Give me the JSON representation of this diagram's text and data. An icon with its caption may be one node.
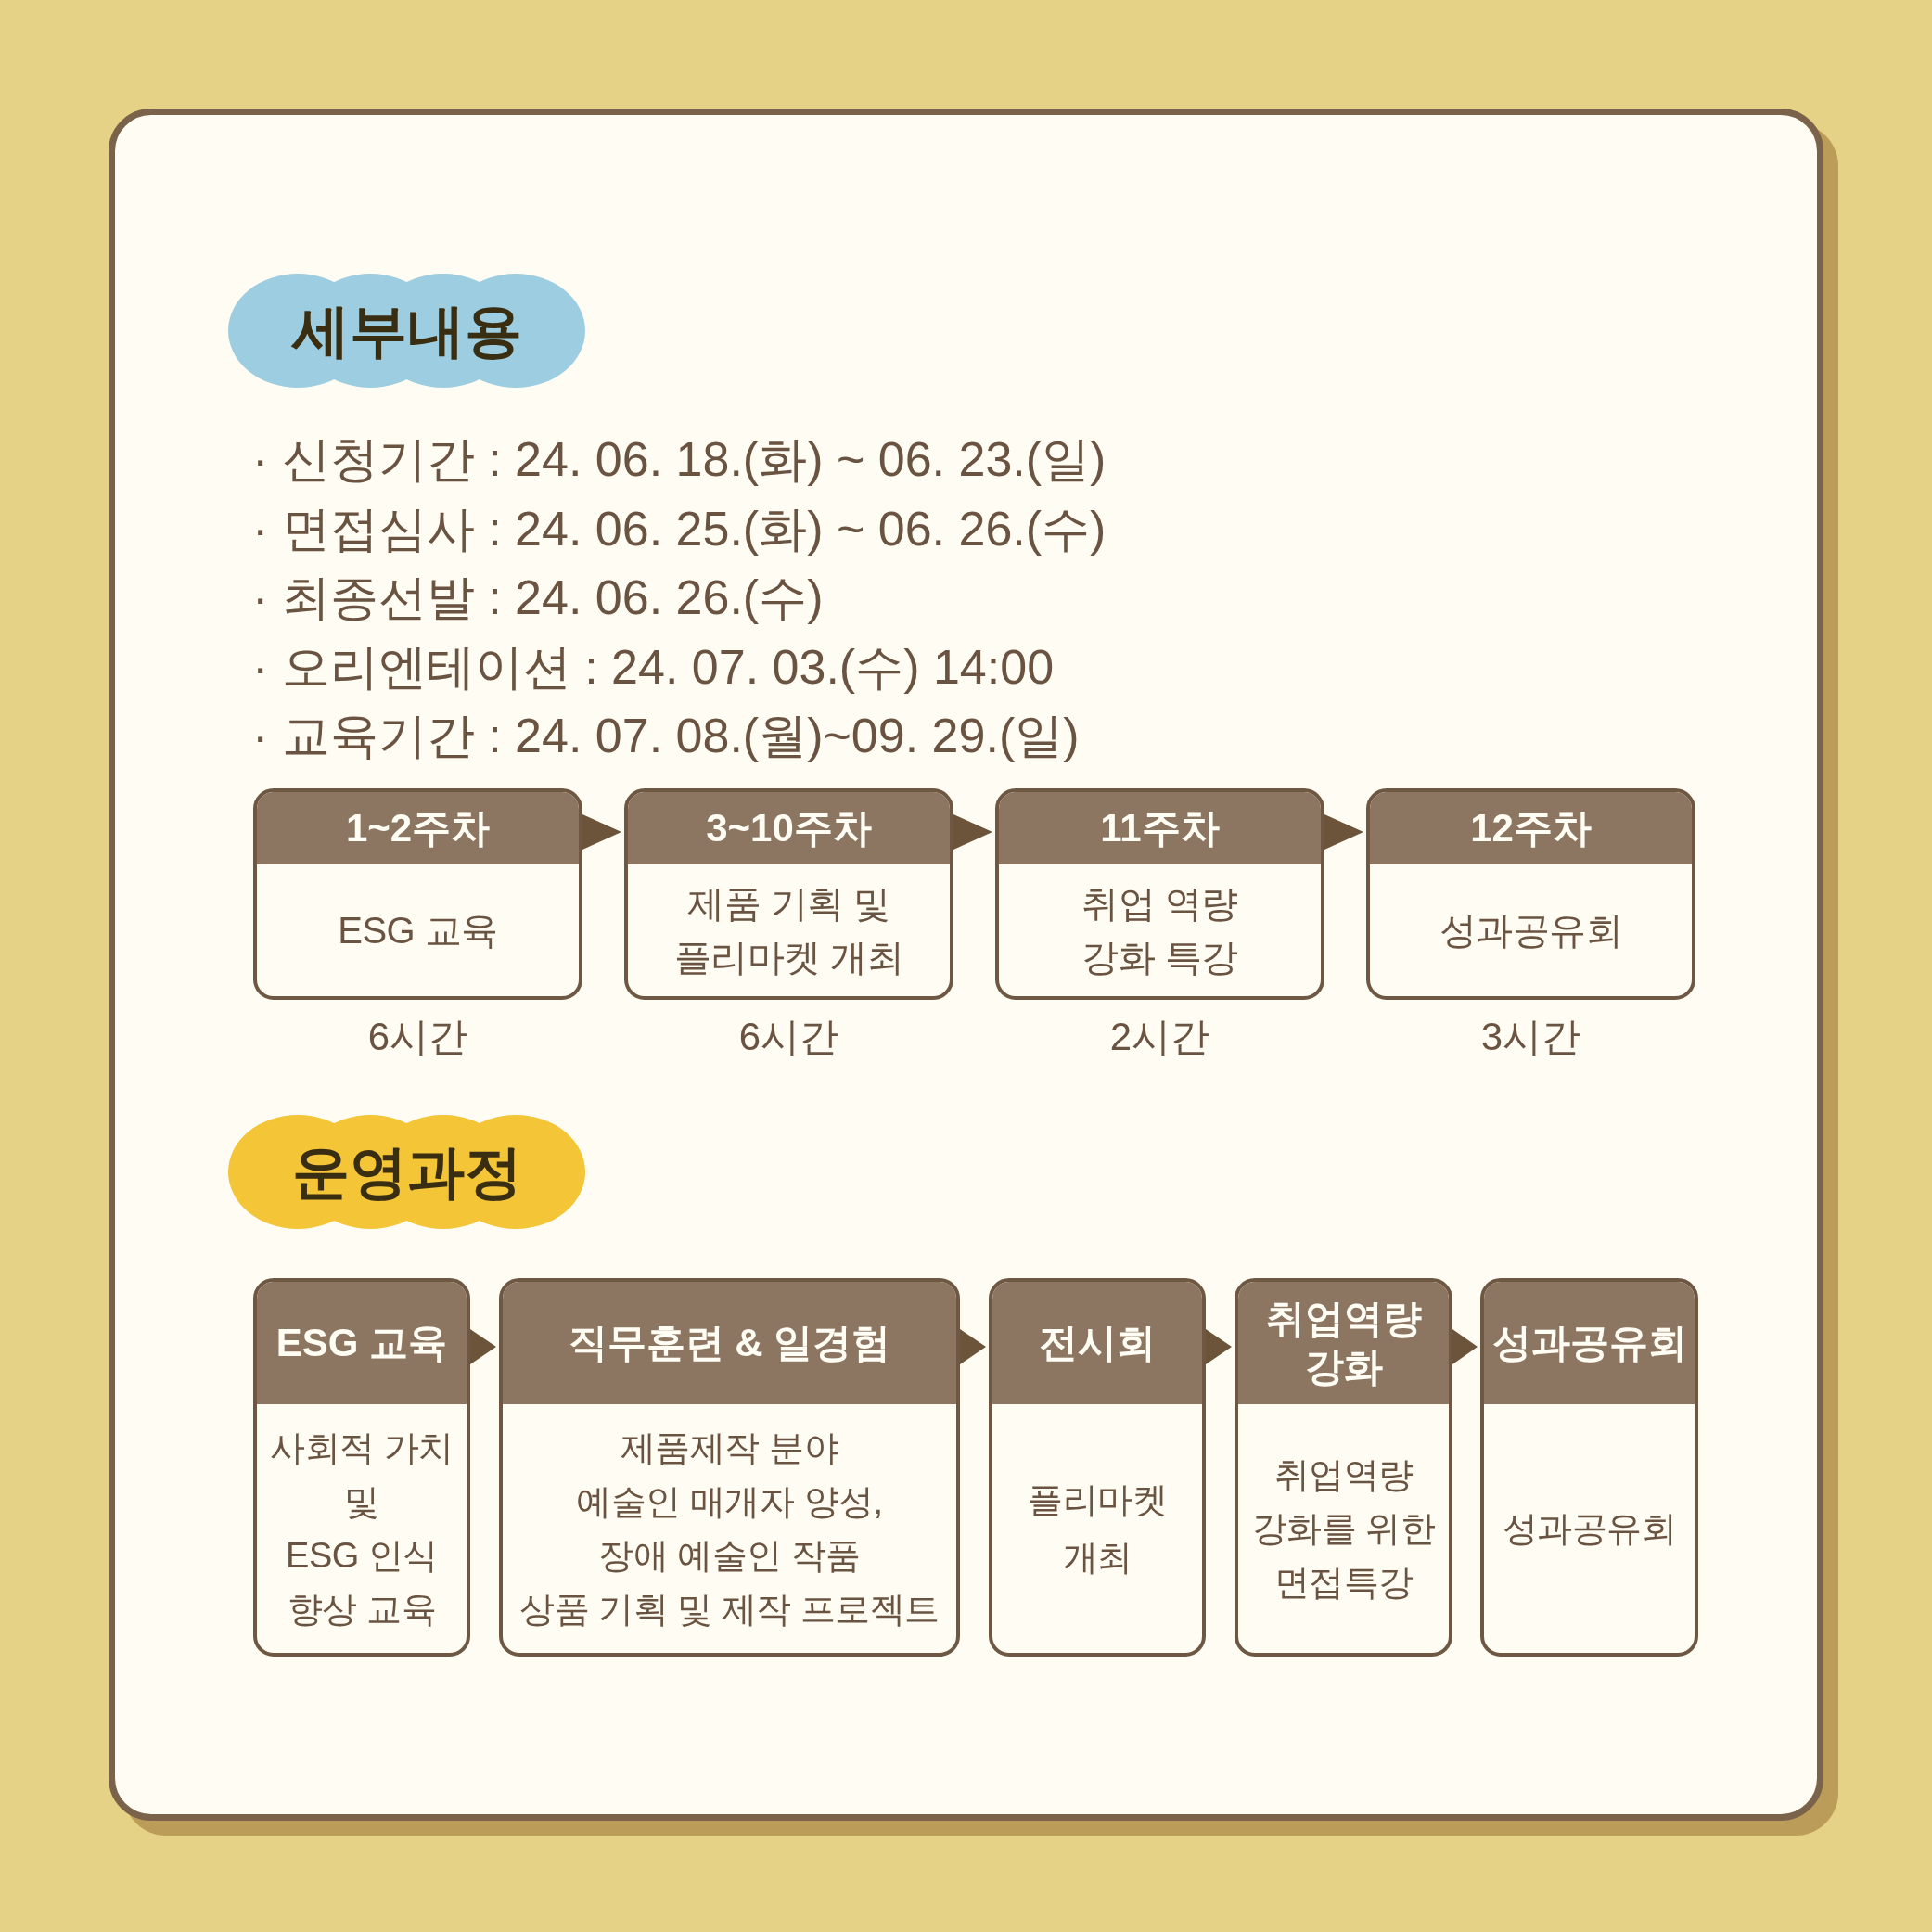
{
  "diagram": {
    "nodes": [
      {
        "text": [
          "세부내용"
        ]
      },
      {
        "text": [
          "1~2주차",
          "ESG 교육"
        ],
        "beside": [
          "6시간"
        ]
      },
      {
        "text": [
          "3~10주차",
          "제품 기획 및 플리마켓 개최"
        ],
        "beside": [
          "6시간"
        ]
      },
      {
        "text": [
          "11주차",
          "취업 역량 강화 특강"
        ],
        "beside": [
          "2시간"
        ]
      },
      {
        "text": [
          "12주차",
          "성과공유회"
        ],
        "beside": [
          "3시간"
        ]
      },
      {
        "text": [
          "운영과정"
        ]
      },
      {
        "text": [
          "ESG 교육",
          "사회적 가치 및 ESG 인식 향상 교육"
        ]
      },
      {
        "text": [
          "직무훈련 & 일경험",
          "제품제작 분야 예술인 매개자 양성, 장애 예술인 작품 상품 기획 및 제작 프로젝트"
        ]
      },
      {
        "text": [
          "전시회",
          "플리마켓 개최"
        ]
      },
      {
        "text": [
          "취업역량 강화",
          "취업역량 강화를 위한 면접특강"
        ]
      },
      {
        "text": [
          "성과공유회",
          "성과공유회"
        ]
      }
    ],
    "edges": [
      {
        "from": 1,
        "to": 2,
        "arrow": "to"
      },
      {
        "from": 2,
        "to": 3,
        "arrow": "to"
      },
      {
        "from": 3,
        "to": 4,
        "arrow": "to"
      },
      {
        "from": 6,
        "to": 7,
        "arrow": "to"
      },
      {
        "from": 7,
        "to": 8,
        "arrow": "to"
      },
      {
        "from": 8,
        "to": 9,
        "arrow": "to"
      },
      {
        "from": 9,
        "to": 10,
        "arrow": "to"
      }
    ],
    "labels": [
      "· 신청기간 : 24. 06. 18.(화) ~ 06. 23.(일)",
      "· 면접심사 : 24. 06. 25.(화) ~ 06. 26.(수)",
      "· 최종선발 : 24. 06. 26.(수)",
      "· 오리엔테이션 : 24. 07. 03.(수) 14:00",
      "· 교육기간 : 24. 07. 08.(월)~09. 29.(일)"
    ]
  }
}
